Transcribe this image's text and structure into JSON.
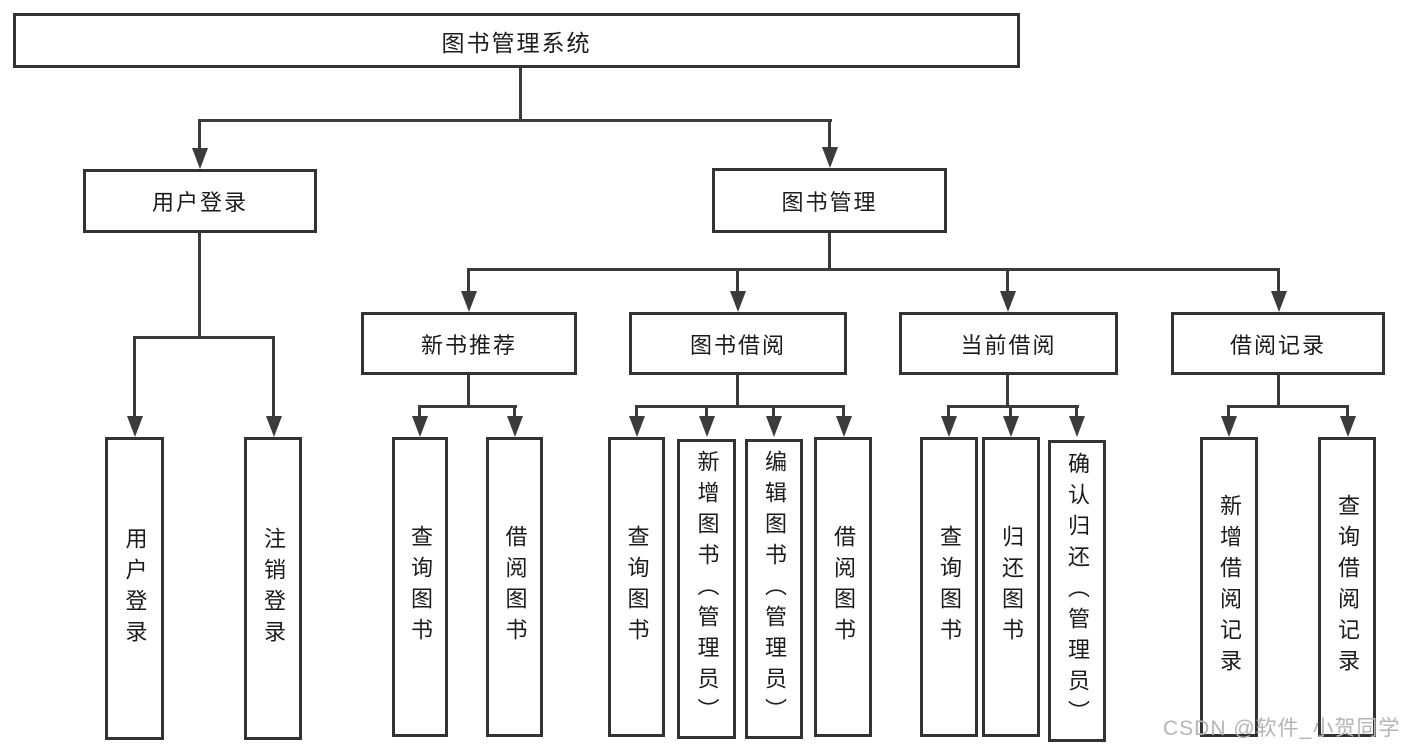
{
  "diagram": {
    "title": "图书管理系统",
    "nodes": {
      "root": "图书管理系统",
      "user_login": "用户登录",
      "book_mgmt": "图书管理",
      "new_book_rec": "新书推荐",
      "book_borrow": "图书借阅",
      "current_borrow": "当前借阅",
      "borrow_records": "借阅记录",
      "leaves": {
        "user_login": [
          "用户登录",
          "注销登录"
        ],
        "new_book_rec": [
          "查询图书",
          "借阅图书"
        ],
        "book_borrow": [
          "查询图书",
          "新增图书（管理员）",
          "编辑图书（管理员）",
          "借阅图书"
        ],
        "current_borrow": [
          "查询图书",
          "归还图书",
          "确认归还（管理员）"
        ],
        "borrow_records": [
          "新增借阅记录",
          "查询借阅记录"
        ]
      }
    },
    "colors": {
      "line": "#3b3b3b",
      "border": "#333333",
      "text": "#1b1b1b",
      "watermark": "#b5b5b5",
      "background": "#ffffff"
    }
  },
  "watermark": "CSDN @软件_小贺同学"
}
